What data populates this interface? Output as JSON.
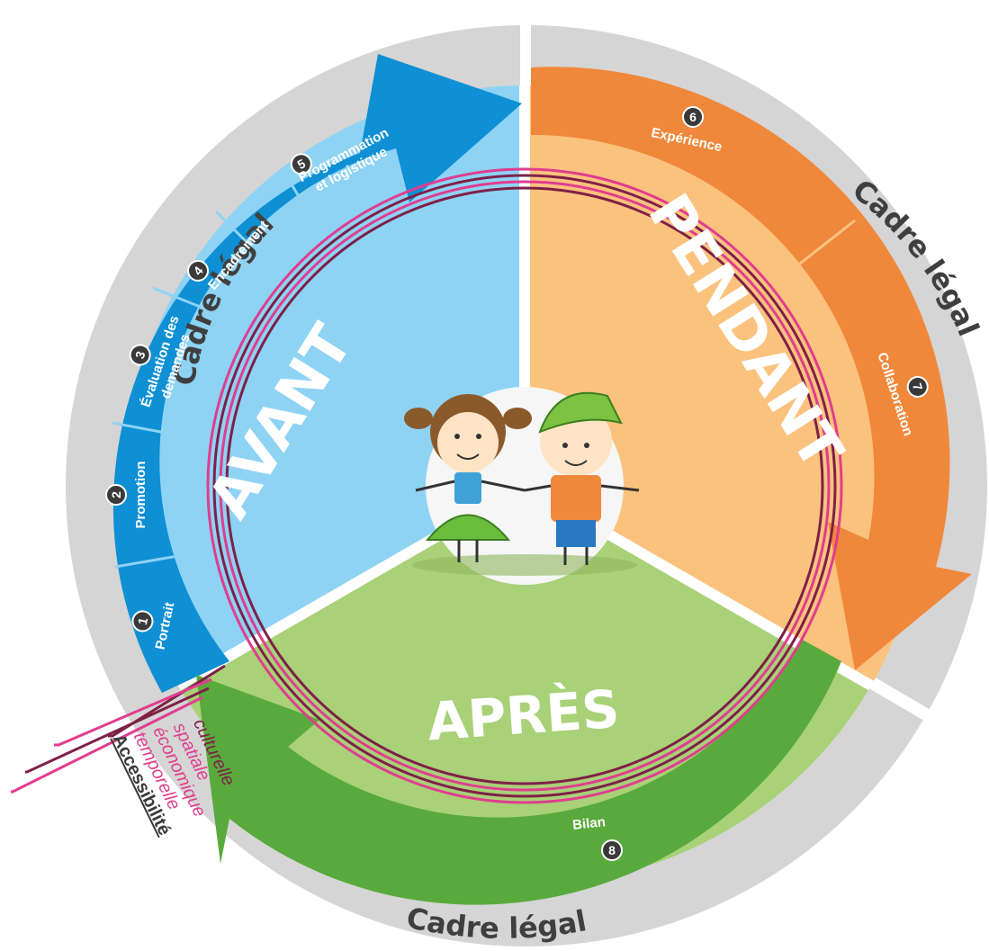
{
  "colors": {
    "ring": "#d5d5d5",
    "avant_dark": "#0f8fd4",
    "avant_light": "#8ed3f4",
    "pendant_dark": "#f0883b",
    "pendant_light": "#fbc27d",
    "apres_dark": "#59aa3c",
    "apres_light": "#a9d178",
    "accessibility_dark": "#7e2047",
    "accessibility_pink": "#e03d8e",
    "badge": "#3a3a3a"
  },
  "frame": {
    "label_top_left": "Cadre légal",
    "label_right": "Cadre légal",
    "label_bottom": "Cadre légal"
  },
  "phases": {
    "avant": "AVANT",
    "pendant": "PENDANT",
    "apres": "APRÈS"
  },
  "steps": [
    {
      "number": "1",
      "label": "Portrait"
    },
    {
      "number": "2",
      "label": "Promotion"
    },
    {
      "number": "3",
      "label_line1": "Évaluation des",
      "label_line2": "demandes"
    },
    {
      "number": "4",
      "label": "Encadrement"
    },
    {
      "number": "5",
      "label_line1": "Programmation",
      "label_line2": "et logistique"
    },
    {
      "number": "6",
      "label": "Expérience"
    },
    {
      "number": "7",
      "label": "Collaboration"
    },
    {
      "number": "8",
      "label": "Bilan"
    }
  ],
  "accessibility": {
    "title": "Accessibilité",
    "items": [
      "temporelle",
      "économique",
      "spatiale",
      "culturelle"
    ]
  },
  "illustration": {
    "subject": "two-children-holding-hands"
  }
}
